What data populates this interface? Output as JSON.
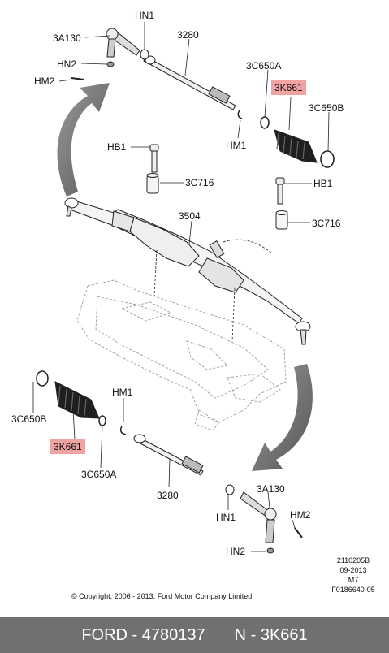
{
  "callouts": {
    "top_3a130": "3A130",
    "top_hn1": "HN1",
    "top_3280": "3280",
    "top_hn2": "HN2",
    "top_hm2": "HM2",
    "top_3c650a": "3C650A",
    "top_3k661": "3K661",
    "top_3c650b": "3C650B",
    "top_hm1": "HM1",
    "hb1_left": "HB1",
    "c3c716_left": "3C716",
    "hb1_right": "HB1",
    "c3c716_right": "3C716",
    "rack_3504": "3504",
    "bot_hm1": "HM1",
    "bot_3c650b": "3C650B",
    "bot_3k661": "3K661",
    "bot_3c650a": "3C650A",
    "bot_3280": "3280",
    "bot_3a130": "3A130",
    "bot_hn1": "HN1",
    "bot_hm2": "HM2",
    "bot_hn2": "HN2"
  },
  "highlight_color": "#f0a3a3",
  "meta": {
    "code": "2110205B",
    "date": "09-2013",
    "rev": "M7",
    "ref": "F0186640-05"
  },
  "copyright": "© Copyright, 2006 - 2013. Ford Motor Company Limited",
  "footer": {
    "part": "FORD - 4780137",
    "ref": "N - 3K661"
  }
}
